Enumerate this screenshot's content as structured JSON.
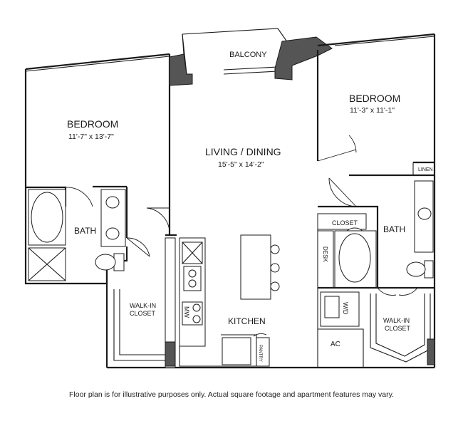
{
  "rooms": {
    "bedroom_left": {
      "name": "BEDROOM",
      "dims": "11'-7\" x 13'-7\""
    },
    "bedroom_right": {
      "name": "BEDROOM",
      "dims": "11'-3\" x 11'-1\""
    },
    "living": {
      "name": "LIVING / DINING",
      "dims": "15'-5\" x 14'-2\""
    },
    "balcony": {
      "name": "BALCONY"
    },
    "bath_left": {
      "name": "BATH"
    },
    "bath_right": {
      "name": "BATH"
    },
    "walkin_left": {
      "line1": "WALK-IN",
      "line2": "CLOSET"
    },
    "walkin_right": {
      "line1": "WALK-IN",
      "line2": "CLOSET"
    },
    "kitchen": {
      "name": "KITCHEN"
    },
    "closet": {
      "name": "CLOSET"
    },
    "linen": {
      "name": "LINEN"
    },
    "desk": {
      "name": "DESK"
    },
    "wd": {
      "name": "W/D"
    },
    "ac": {
      "name": "AC"
    },
    "mw": {
      "name": "MW"
    },
    "pantry": {
      "name": "PANTRY"
    }
  },
  "disclaimer": "Floor plan is for illustrative purposes only.  Actual square footage and apartment features may vary."
}
